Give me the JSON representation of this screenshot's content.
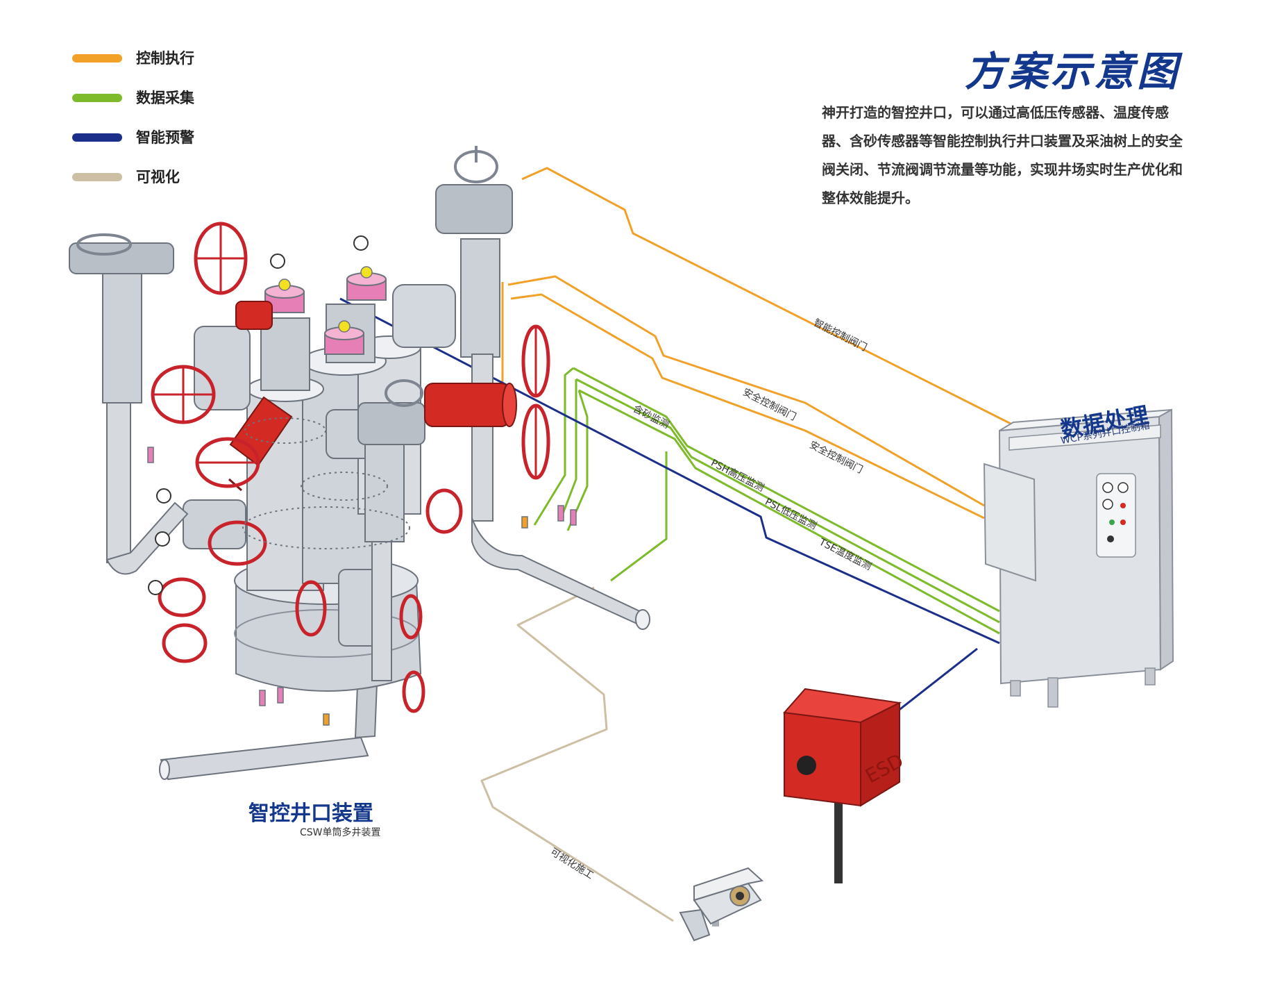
{
  "legend": [
    {
      "label": "控制执行",
      "color": "#f2a128"
    },
    {
      "label": "数据采集",
      "color": "#7dbb2a"
    },
    {
      "label": "智能预警",
      "color": "#1b2f8a"
    },
    {
      "label": "可视化",
      "color": "#cdbfa3"
    }
  ],
  "title": "方案示意图",
  "intro": "神开打造的智控井口，可以通过高低压传感器、温度传感器、含砂传感器等智能控制执行井口装置及采油树上的安全阀关闭、节流阀调节流量等功能，实现井场实时生产优化和整体效能提升。",
  "controller": {
    "title": "数据处理",
    "subtitle": "WCP系列井口控制箱"
  },
  "wellhead": {
    "title": "智控井口装置",
    "subtitle": "CSW单筒多井装置"
  },
  "esd": {
    "label": "ESD"
  },
  "line_labels": {
    "smart_valve": "智能控制阀门",
    "safety_valve_1": "安全控制阀门",
    "safety_valve_2": "安全控制阀门",
    "sand": "含砂监测",
    "psh": "PSH高压监测",
    "psl": "PSL低压监测",
    "tse": "TSE温度监测",
    "visual": "可视化施工"
  },
  "colors": {
    "orange": "#f2a128",
    "green": "#7dbb2a",
    "blue": "#1b2f8a",
    "beige": "#cdbfa3",
    "red": "#d42a24",
    "steel": "#c8cdd4",
    "title_blue": "#13378c"
  }
}
